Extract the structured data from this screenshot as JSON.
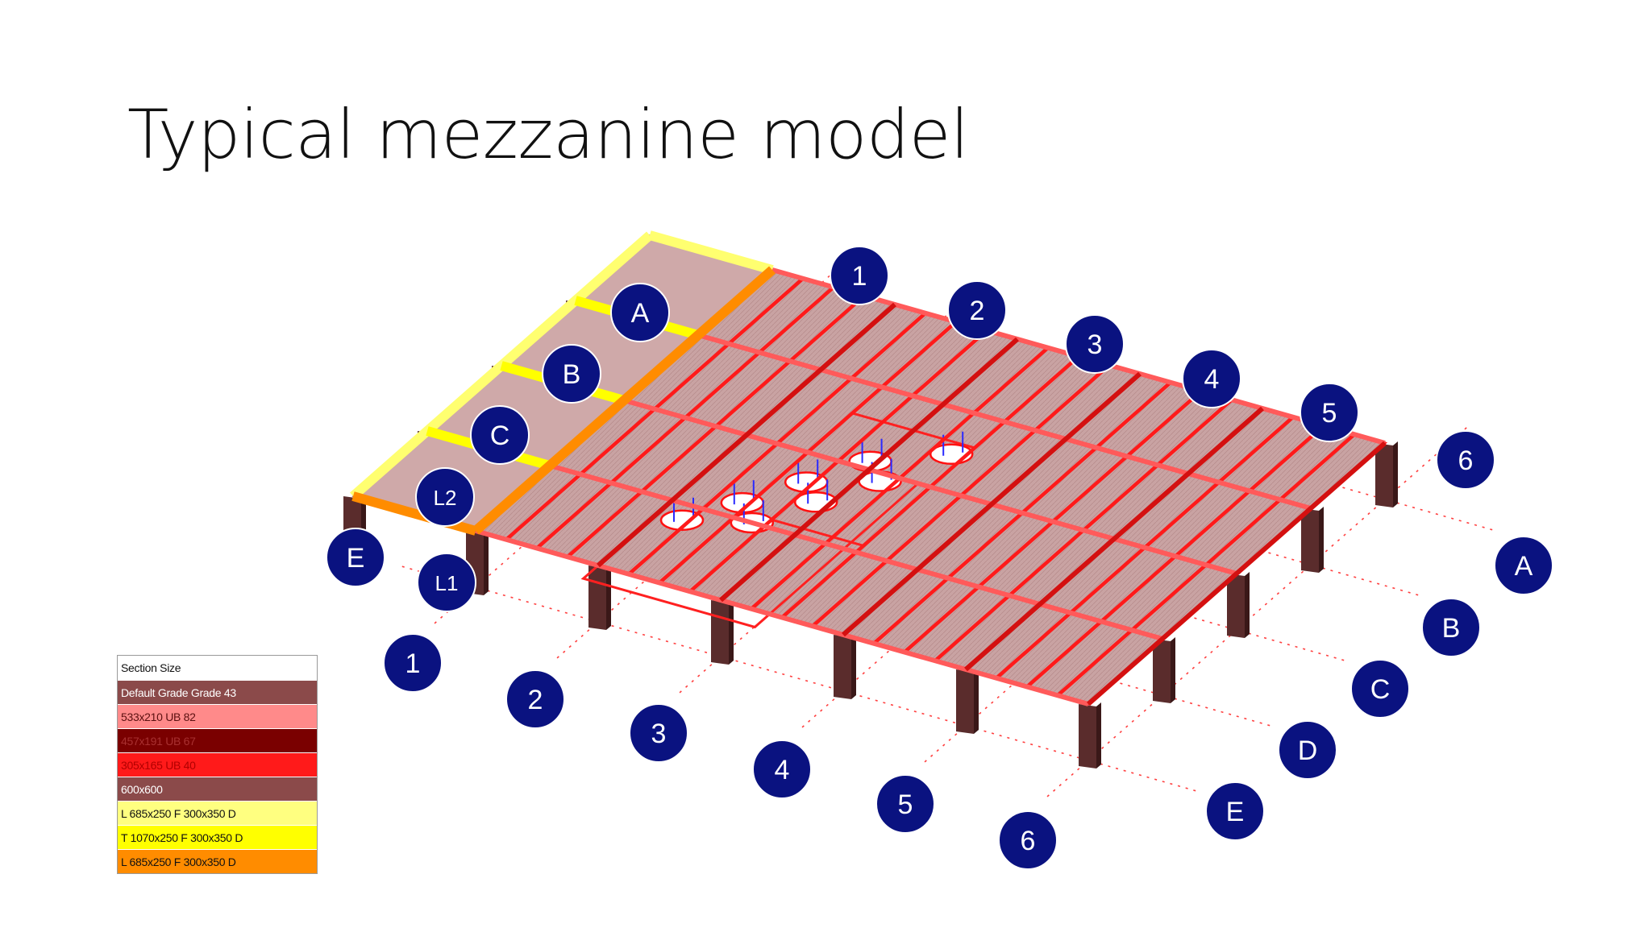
{
  "slide": {
    "title": "Typical mezzanine model"
  },
  "grid_bubbles": {
    "left_rows": [
      "A",
      "B",
      "C",
      "L2",
      "E",
      "L1"
    ],
    "top_cols": [
      "1",
      "2",
      "3",
      "4",
      "5"
    ],
    "right_col": "6",
    "right_rows": [
      "A",
      "B",
      "C",
      "D",
      "E"
    ],
    "bottom_cols": [
      "1",
      "2",
      "3",
      "4",
      "5",
      "6"
    ]
  },
  "legend": {
    "header": "Section Size",
    "items": [
      {
        "label": "Default Grade Grade 43",
        "color": "#8b4a4a",
        "text_color": "#ffffff"
      },
      {
        "label": "533x210 UB 82",
        "color": "#ff8a8a",
        "text_color": "#5a1010"
      },
      {
        "label": "457x191 UB 67",
        "color": "#7a0000",
        "text_color": "#a83030"
      },
      {
        "label": "305x165 UB 40",
        "color": "#ff1a1a",
        "text_color": "#b00000"
      },
      {
        "label": "600x600",
        "color": "#8b4a4a",
        "text_color": "#ffffff"
      },
      {
        "label": "L 685x250 F 300x350 D",
        "color": "#ffff80",
        "text_color": "#111111"
      },
      {
        "label": "T 1070x250 F 300x350 D",
        "color": "#ffff00",
        "text_color": "#111111"
      },
      {
        "label": "L 685x250 F 300x350 D",
        "color": "#ff8c00",
        "text_color": "#111111"
      }
    ]
  },
  "colors": {
    "bubble": "#0a1280",
    "column": "#5a2c2c",
    "column_dark": "#3a1818",
    "deck": "#c9a3a3",
    "secondary_beam": "#ff1a1a",
    "gridline": "#ff4040"
  }
}
